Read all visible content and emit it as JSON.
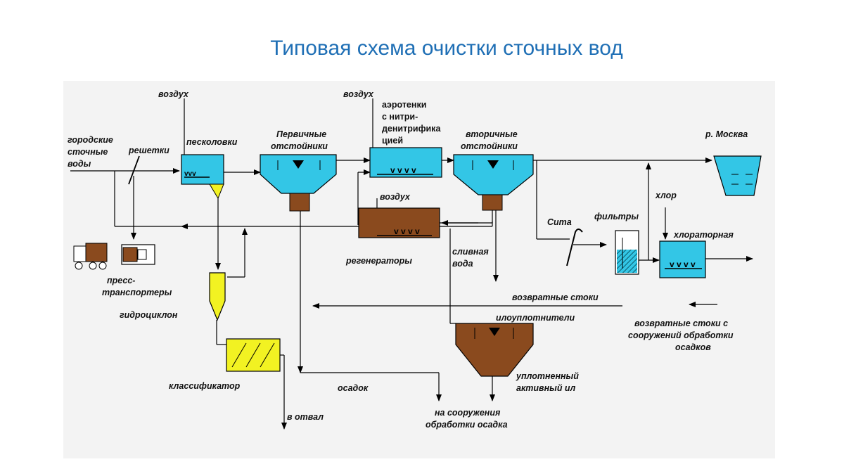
{
  "title": "Типовая схема очистки сточных вод",
  "labels": {
    "air1": "воздух",
    "air2": "воздух",
    "air3": "воздух",
    "city_water": [
      "городские",
      "сточные",
      "воды"
    ],
    "screens": "решетки",
    "sand_traps": "песколовки",
    "primary": [
      "Первичные",
      "отстойники"
    ],
    "aerotanks": [
      "аэротенки",
      "с нитри-",
      "денитрифика",
      "цией"
    ],
    "secondary": [
      "вторичные",
      "отстойники"
    ],
    "river": "р. Москва",
    "chlorine": "хлор",
    "sieve": "Сита",
    "filters": "фильтры",
    "chlorinator": "хлораторная",
    "regenerators": "регенераторы",
    "drain_water": [
      "сливная",
      "вода"
    ],
    "press": [
      "пресс-",
      "транспортеры"
    ],
    "hydrocyclone": "гидроциклон",
    "classifier": "классификатор",
    "return_flows": "возвратные стоки",
    "return_from": [
      "возвратные стоки с",
      "сооружений обработки",
      "осадков"
    ],
    "sludge_thickeners": "илоуплотнители",
    "thickened": [
      "уплотненный",
      "активный ил"
    ],
    "sediment": "осадок",
    "to_dump": "в отвал",
    "to_sludge": [
      "на сооружения",
      "обработки осадка"
    ]
  },
  "colors": {
    "title": "#1f6fb5",
    "water": "#33c6e6",
    "sludge": "#8a4a1e",
    "classifier": "#f2f222",
    "line": "#000000"
  }
}
